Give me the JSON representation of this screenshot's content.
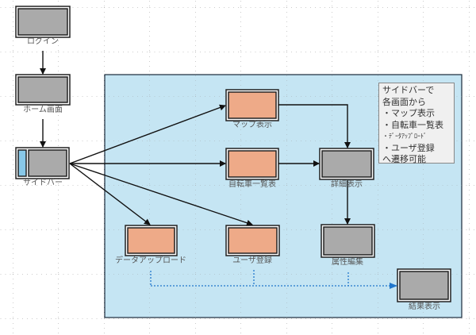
{
  "colors": {
    "region": "#c5e5f3",
    "screen_gray": "#aaaaaa",
    "screen_orange": "#eeaa88",
    "sidebar_blue": "#88c8e8",
    "flow_arrow": "#111111",
    "result_arrow": "#2277cc"
  },
  "screens": {
    "login": "ログイン",
    "home": "ホーム画面",
    "sidebar": "サイドバー",
    "map": "マップ表示",
    "bike_list": "自転車一覧表",
    "detail": "詳細表示",
    "data_upload": "データアップロード",
    "user_register": "ユーザ登録",
    "attribute_edit": "属性編集",
    "result": "結果表示"
  },
  "note": {
    "lines": [
      "サイドバーで",
      "各画面から",
      "・マップ表示",
      "・自転車一覧表",
      "・ﾃﾞｰﾀｱｯﾌﾟﾛｰﾄﾞ",
      "・ユーザ登録",
      "へ遷移可能"
    ]
  }
}
